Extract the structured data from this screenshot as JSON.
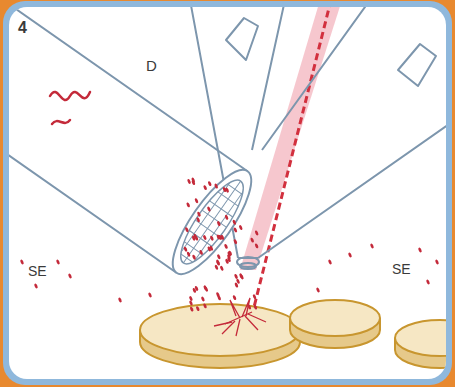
{
  "diagram": {
    "labels": [
      "4",
      "D",
      "SE",
      "SE"
    ]
  }
}
